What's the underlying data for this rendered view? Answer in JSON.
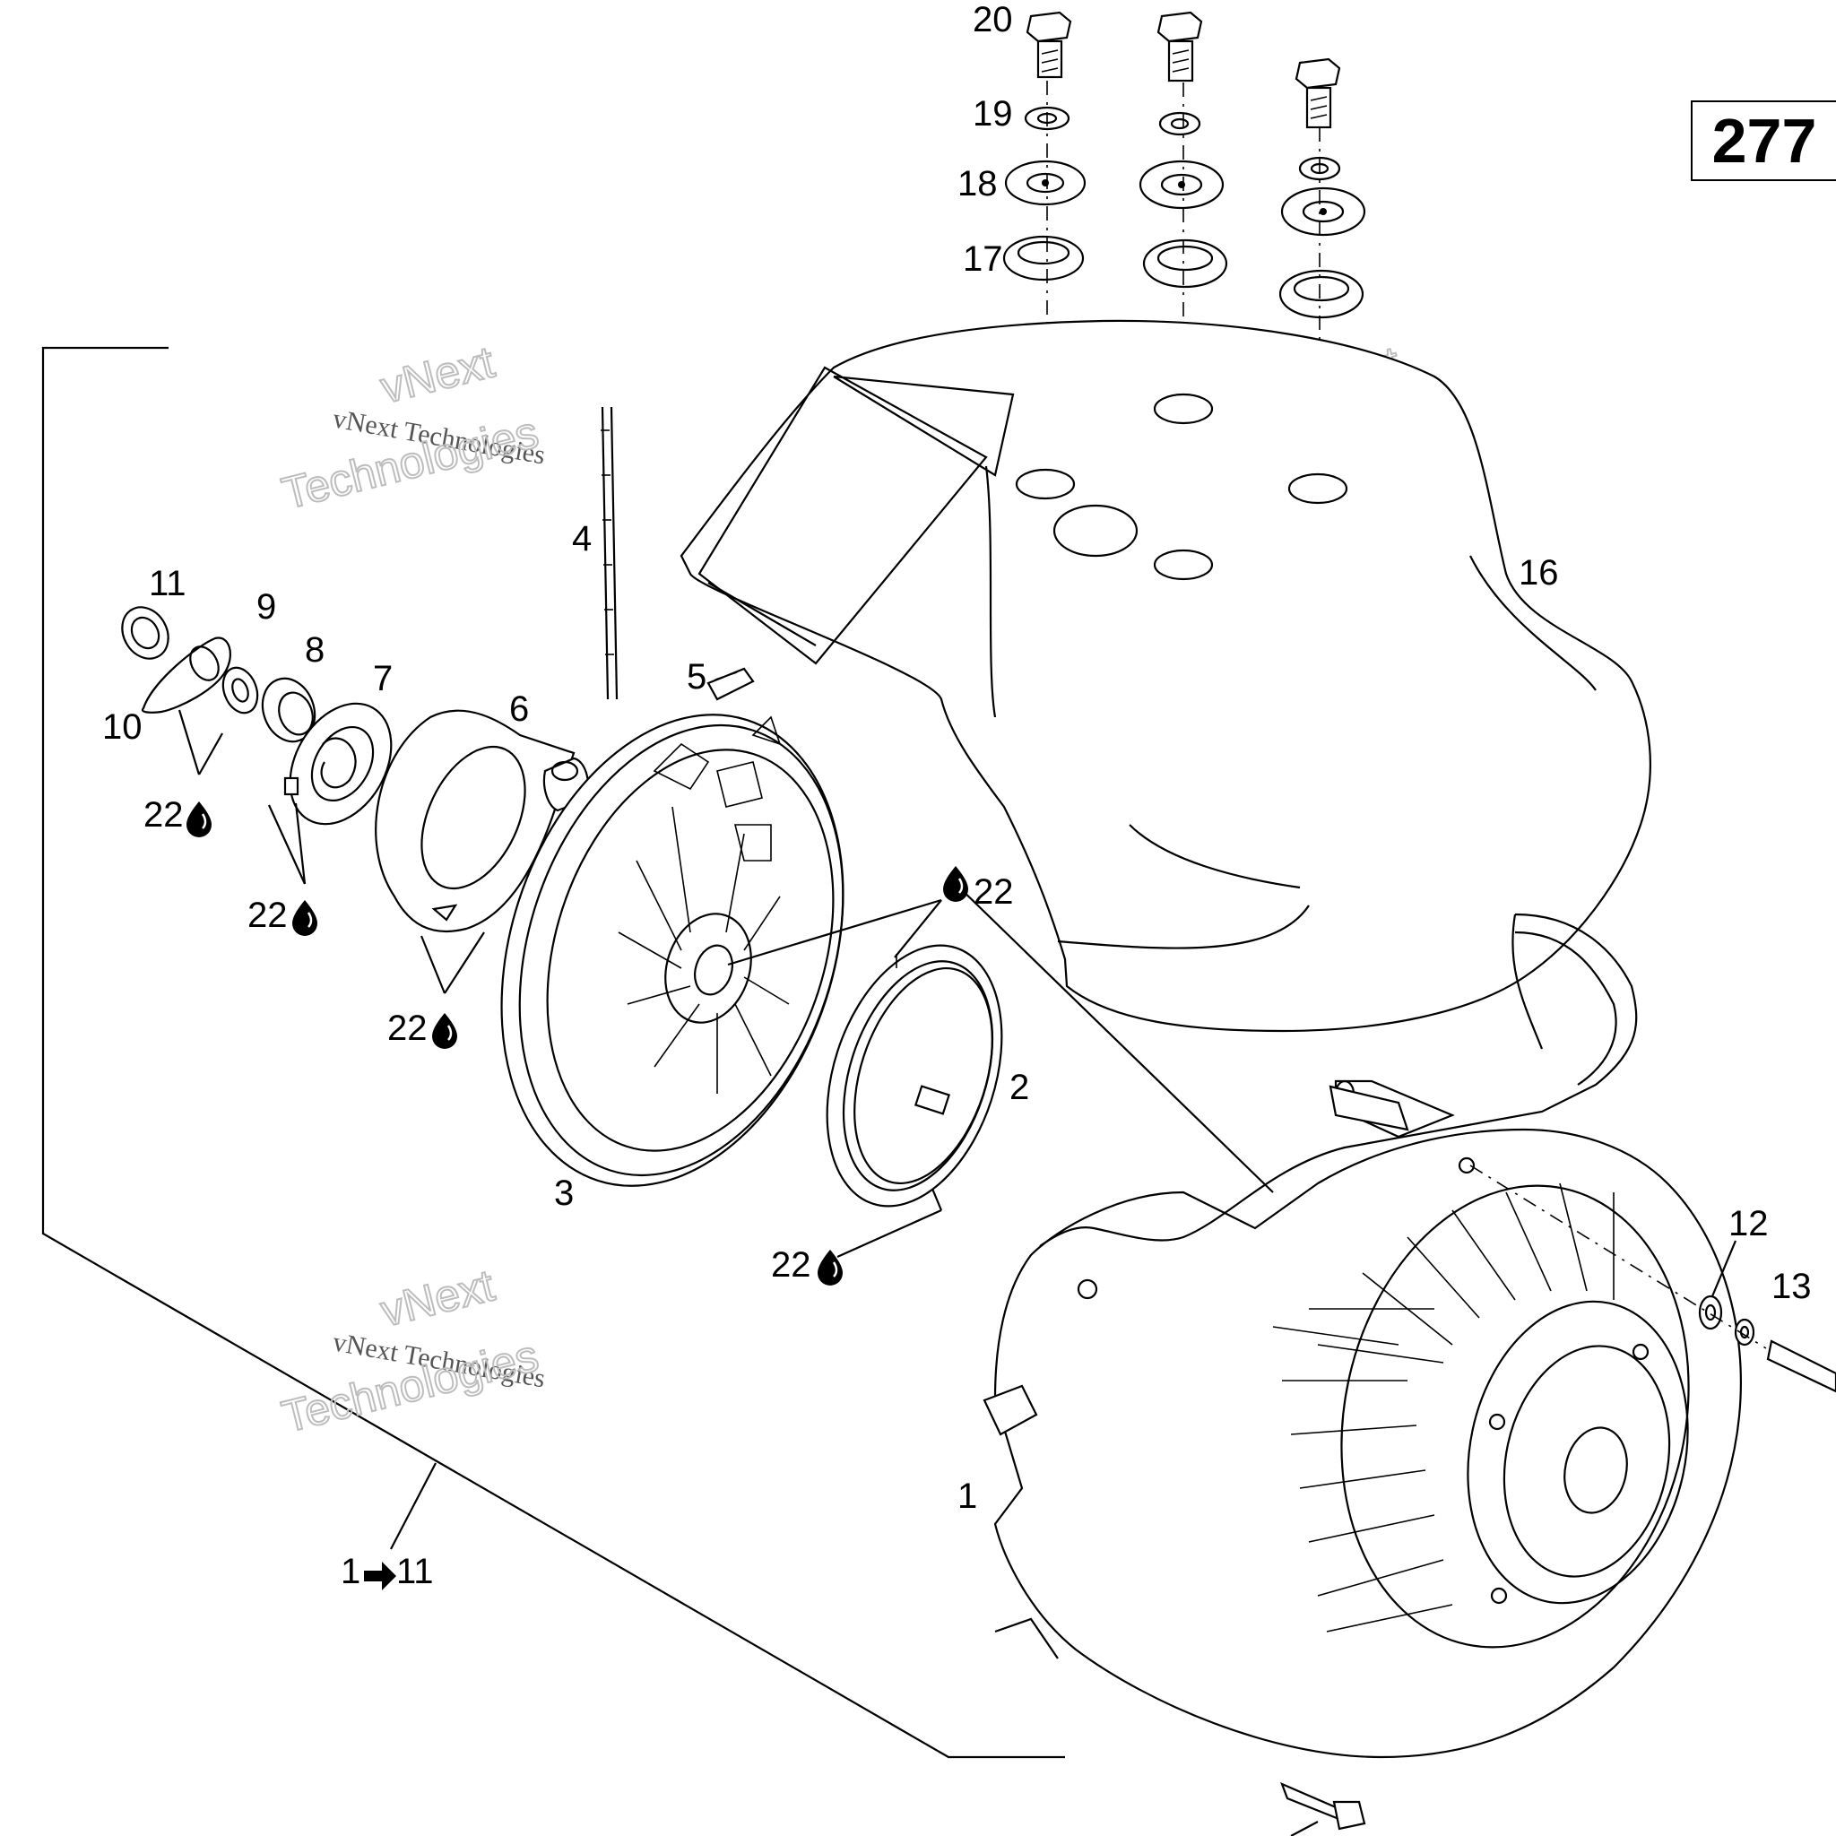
{
  "page_number": "277",
  "watermark": {
    "line1": "vNext Technologies",
    "line2": "vNext",
    "line3": "Technologies"
  },
  "callouts": [
    {
      "id": "c1",
      "text": "1"
    },
    {
      "id": "c2",
      "text": "2"
    },
    {
      "id": "c3",
      "text": "3"
    },
    {
      "id": "c4",
      "text": "4"
    },
    {
      "id": "c5",
      "text": "5"
    },
    {
      "id": "c6",
      "text": "6"
    },
    {
      "id": "c7",
      "text": "7"
    },
    {
      "id": "c8",
      "text": "8"
    },
    {
      "id": "c9",
      "text": "9"
    },
    {
      "id": "c10",
      "text": "10"
    },
    {
      "id": "c11",
      "text": "11"
    },
    {
      "id": "c12",
      "text": "12"
    },
    {
      "id": "c13",
      "text": "13"
    },
    {
      "id": "c16",
      "text": "16"
    },
    {
      "id": "c17",
      "text": "17"
    },
    {
      "id": "c18",
      "text": "18"
    },
    {
      "id": "c19",
      "text": "19"
    },
    {
      "id": "c20",
      "text": "20"
    }
  ],
  "lube_callouts": [
    {
      "id": "l1",
      "text": "22"
    },
    {
      "id": "l2",
      "text": "22"
    },
    {
      "id": "l3",
      "text": "22"
    },
    {
      "id": "l4",
      "text": "22"
    },
    {
      "id": "l5",
      "text": "22"
    }
  ],
  "range_label": {
    "from": "1",
    "to": "11"
  },
  "icons": {
    "lube": "oil-drop-icon",
    "arrow": "right-arrow-icon"
  }
}
